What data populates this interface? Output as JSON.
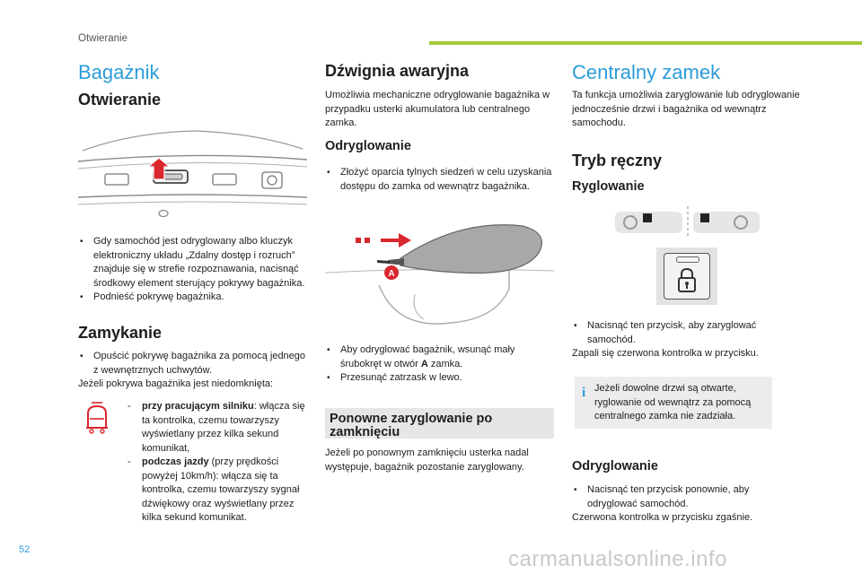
{
  "header": {
    "section": "Otwieranie"
  },
  "page_number": "52",
  "watermark": "carmanualsonline.info",
  "col1": {
    "title": "Bagażnik",
    "opening_heading": "Otwieranie",
    "opening_bullets": [
      "Gdy samochód jest odryglowany albo kluczyk elektroniczny układu „Zdalny dostęp i rozruch” znajduje się w strefie rozpoznawania, nacisnąć środkowy element sterujący pokrywy bagażnika.",
      "Podnieść pokrywę bagażnika."
    ],
    "closing_heading": "Zamykanie",
    "closing_bullet": "Opuścić pokrywę bagażnika za pomocą jednego z wewnętrznych uchwytów.",
    "closing_note": "Jeżeli pokrywa bagażnika jest niedomknięta:",
    "warn_items": [
      {
        "bold": "przy pracującym silniku",
        "text": ": włącza się ta kontrolka, czemu towarzyszy wyświetlany przez kilka sekund komunikat,"
      },
      {
        "bold": "podczas jazdy",
        "text": " (przy prędkości powyżej 10km/h): włącza się ta kontrolka, czemu towarzyszy sygnał dźwiękowy oraz wyświetlany przez kilka sekund komunikat."
      }
    ]
  },
  "col2": {
    "title": "Dźwignia awaryjna",
    "intro": "Umożliwia mechaniczne odryglowanie bagażnika w przypadku usterki akumulatora lub centralnego zamka.",
    "unlock_heading": "Odryglowanie",
    "unlock_bullet": "Złożyć oparcia tylnych siedzeń w celu uzyskania dostępu do zamka od wewnątrz bagażnika.",
    "figure_label": "A",
    "steps": [
      {
        "before": "Aby odryglować bagażnik, wsunąć mały śrubokręt w otwór ",
        "bold": "A",
        "after": " zamka."
      },
      {
        "before": "Przesunąć zatrzask w lewo.",
        "bold": "",
        "after": ""
      }
    ],
    "relock_heading": "Ponowne zaryglowanie po zamknięciu",
    "relock_text": "Jeżeli po ponownym zamknięciu usterka nadal występuje, bagażnik pozostanie zaryglowany."
  },
  "col3": {
    "title": "Centralny zamek",
    "intro": "Ta funkcja umożliwia zaryglowanie lub odryglowanie jednocześnie drzwi i bagażnika od wewnątrz samochodu.",
    "manual_heading": "Tryb ręczny",
    "lock_heading": "Ryglowanie",
    "lock_bullet": "Nacisnąć ten przycisk, aby zaryglować samochód.",
    "lock_note": "Zapali się czerwona kontrolka w przycisku.",
    "info_text": "Jeżeli dowolne drzwi są otwarte, ryglowanie od wewnątrz za pomocą centralnego zamka nie zadziała.",
    "unlock_heading": "Odryglowanie",
    "unlock_bullet": "Nacisnąć ten przycisk ponownie, aby odryglować samochód.",
    "unlock_note": "Czerwona kontrolka w przycisku zgaśnie."
  },
  "colors": {
    "accent_blue": "#2b9cd8",
    "accent_green": "#a3c93a",
    "warning_red": "#d9272e"
  }
}
